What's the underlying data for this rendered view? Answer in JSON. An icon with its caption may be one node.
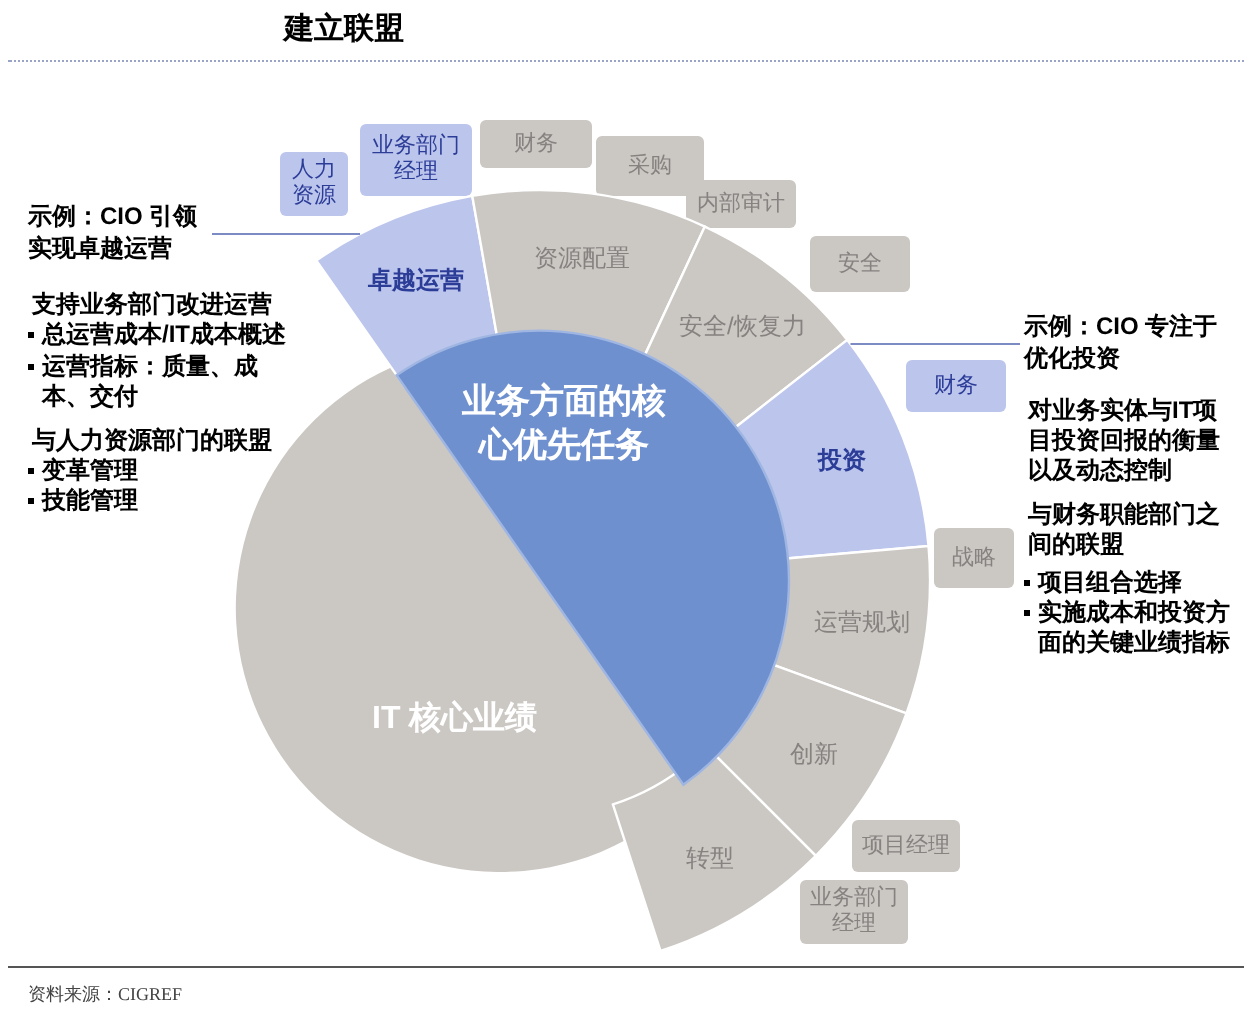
{
  "diagram": {
    "title": "建立联盟",
    "caption": "资料来源：CIGREF",
    "nodes": [
      {
        "text": [
          "人力资源"
        ]
      },
      {
        "text": [
          "业务部门经理"
        ]
      },
      {
        "text": [
          "财务"
        ]
      },
      {
        "text": [
          "采购"
        ]
      },
      {
        "text": [
          "卓越运营"
        ]
      },
      {
        "text": [
          "资源配置"
        ]
      },
      {
        "text": [
          "内部审计"
        ]
      },
      {
        "text": [
          "安全"
        ]
      },
      {
        "text": [
          "安全/恢复力"
        ]
      },
      {
        "text": [
          "投资"
        ]
      },
      {
        "text": [
          "财务"
        ]
      },
      {
        "text": [
          "运营规划"
        ]
      },
      {
        "text": [
          "战略"
        ]
      },
      {
        "text": [
          "创新"
        ]
      },
      {
        "text": [
          "转型"
        ]
      },
      {
        "text": [
          "项目经理"
        ]
      },
      {
        "text": [
          "业务部门经理"
        ]
      },
      {
        "text": [
          "IT 核心业绩"
        ]
      },
      {
        "text": [
          "业务方面的核心优先任务"
        ]
      },
      {
        "text": [
          "示例：CIO 引领实现卓越运营"
        ]
      },
      {
        "text": [
          "示例：CIO 专注于优化投资"
        ]
      }
    ],
    "edges": [
      {
        "from": 19,
        "to": 4,
        "arrow": "none"
      },
      {
        "from": 20,
        "to": 9,
        "arrow": "none"
      }
    ],
    "labels": [
      "支持业务部门改进运营",
      "总运营成本/IT成本概述",
      "运营指标：质量、成本、交付",
      "与人力资源部门的联盟",
      "变革管理",
      "技能管理",
      "对业务实体与IT项目投资回报的衡量以及动态控制",
      "与财务职能部门之间的联盟",
      "项目组合选择",
      "实施成本和投资方面的关键业绩指标"
    ]
  }
}
